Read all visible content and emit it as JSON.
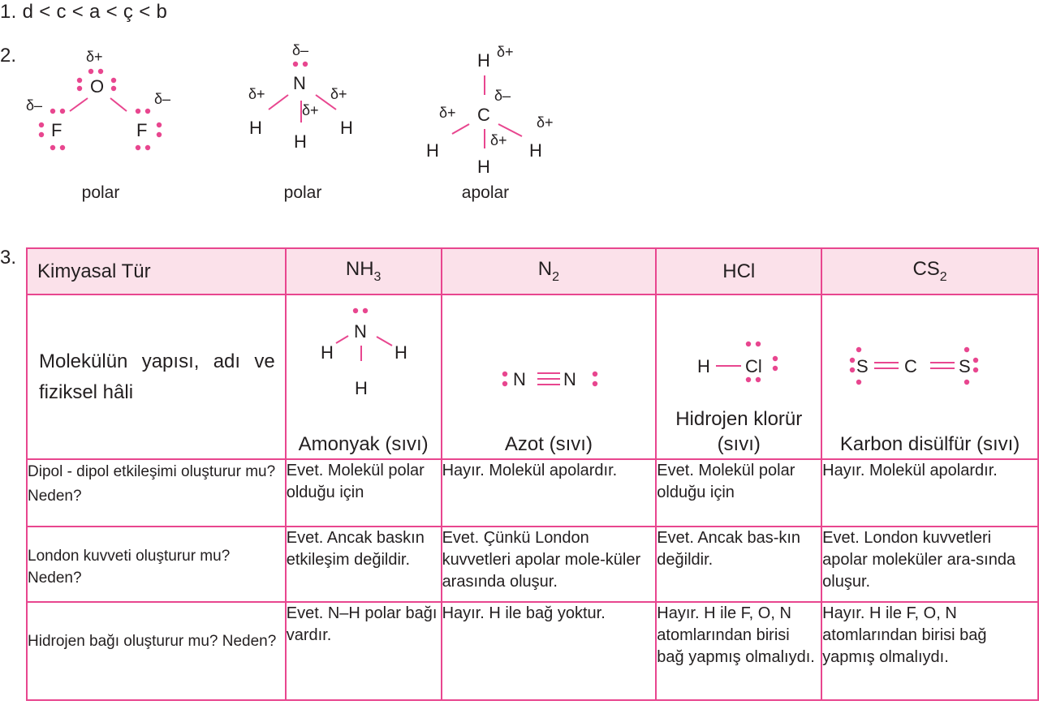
{
  "answer1": "1. d < c < a < ç < b",
  "q2": {
    "number": "2.",
    "molecules": [
      {
        "id": "of2",
        "atoms": [
          "O",
          "F",
          "F"
        ],
        "charges": [
          "δ+",
          "δ–",
          "δ–"
        ],
        "label": "polar"
      },
      {
        "id": "nh3",
        "atoms": [
          "N",
          "H",
          "H",
          "H"
        ],
        "charges": [
          "δ–",
          "δ+",
          "δ+",
          "δ+"
        ],
        "label": "polar"
      },
      {
        "id": "ch4",
        "atoms": [
          "C",
          "H",
          "H",
          "H",
          "H"
        ],
        "charges": [
          "δ–",
          "δ+",
          "δ+",
          "δ+",
          "δ+"
        ],
        "label": "apolar"
      }
    ]
  },
  "q3": {
    "number": "3.",
    "table": {
      "header": {
        "label": "Kimyasal Tür",
        "species": [
          {
            "base": "NH",
            "sub": "3"
          },
          {
            "base": "N",
            "sub": "2"
          },
          {
            "base": "HCl",
            "sub": ""
          },
          {
            "base": "CS",
            "sub": "2"
          }
        ]
      },
      "structure_row": {
        "label": "Molekülün yapısı, adı ve fiziksel hâli",
        "atoms": {
          "nh3": [
            "N",
            "H",
            "H",
            "H"
          ],
          "n2": [
            "N",
            "N"
          ],
          "hcl": [
            "H",
            "Cl"
          ],
          "cs2": [
            "S",
            "C",
            "S"
          ]
        },
        "names": [
          "Amonyak (sıvı)",
          "Azot (sıvı)",
          "Hidrojen klorür (sıvı)",
          "Karbon disülfür (sıvı)"
        ]
      },
      "rows": [
        {
          "label": "Dipol - dipol etkileşimi oluşturur mu? Neden?",
          "cells": [
            "Evet. Molekül polar olduğu için",
            "Hayır. Molekül apolardır.",
            "Evet. Molekül polar olduğu için",
            "Hayır. Molekül apolardır."
          ]
        },
        {
          "label": "London kuvveti oluşturur mu? Neden?",
          "cells": [
            "Evet. Ancak baskın etkileşim değildir.",
            "Evet. Çünkü London kuvvetleri apolar mole-küler arasında oluşur.",
            "Evet. Ancak bas-kın değildir.",
            "Evet. London kuvvetleri apolar moleküler ara-sında oluşur."
          ]
        },
        {
          "label": "Hidrojen bağı oluşturur mu? Neden?",
          "cells": [
            "Evet. N–H polar bağı vardır.",
            "Hayır. H ile bağ yoktur.",
            "Hayır. H ile F, O, N atomlarından birisi bağ yapmış olmalıydı.",
            "Hayır. H ile F, O, N atomlarından birisi bağ yapmış olmalıydı."
          ]
        }
      ]
    }
  },
  "colors": {
    "accent": "#e8468f",
    "header_bg": "#fbe1ea",
    "text": "#231f20"
  }
}
